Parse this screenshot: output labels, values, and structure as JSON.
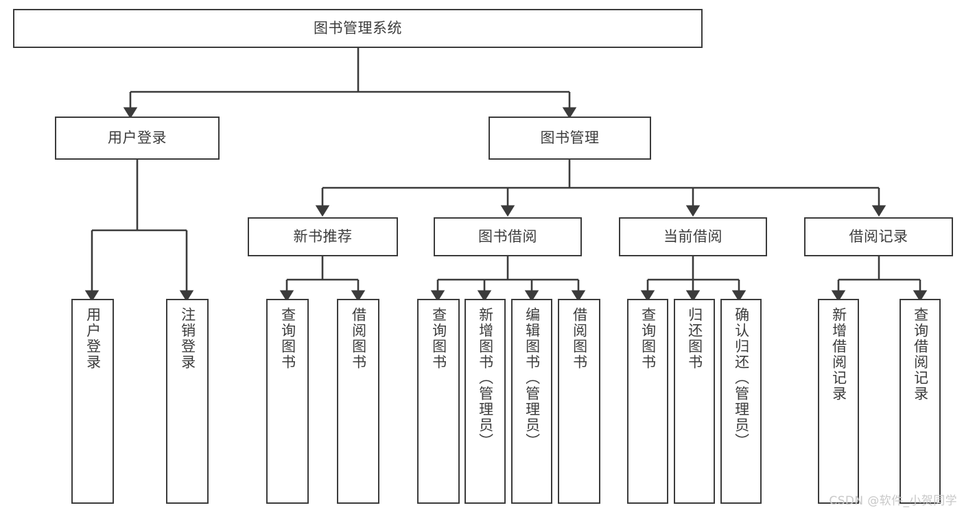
{
  "diagram": {
    "title": "图书管理系统",
    "type": "tree",
    "watermark": "CSDN @软件_小贺同学",
    "colors": {
      "box_border": "#3b3b3b",
      "box_fill": "#ffffff",
      "edge": "#3b3b3b",
      "text": "#3c3c3c",
      "watermark": "#c8c8c8",
      "background": "#ffffff"
    },
    "root": {
      "label": "图书管理系统"
    },
    "level2": [
      {
        "label": "用户登录"
      },
      {
        "label": "图书管理"
      }
    ],
    "level3": [
      {
        "label": "新书推荐"
      },
      {
        "label": "图书借阅"
      },
      {
        "label": "当前借阅"
      },
      {
        "label": "借阅记录"
      }
    ],
    "leaves": {
      "user_login": [
        {
          "label": "用户登录"
        },
        {
          "label": "注销登录"
        }
      ],
      "new_book_recommend": [
        {
          "label": "查询图书"
        },
        {
          "label": "借阅图书"
        }
      ],
      "book_borrow": [
        {
          "label": "查询图书"
        },
        {
          "label": "新增图书（管理员）"
        },
        {
          "label": "编辑图书（管理员）"
        },
        {
          "label": "借阅图书"
        }
      ],
      "current_borrow": [
        {
          "label": "查询图书"
        },
        {
          "label": "归还图书"
        },
        {
          "label": "确认归还（管理员）"
        }
      ],
      "borrow_records": [
        {
          "label": "新增借阅记录"
        },
        {
          "label": "查询借阅记录"
        }
      ]
    }
  }
}
